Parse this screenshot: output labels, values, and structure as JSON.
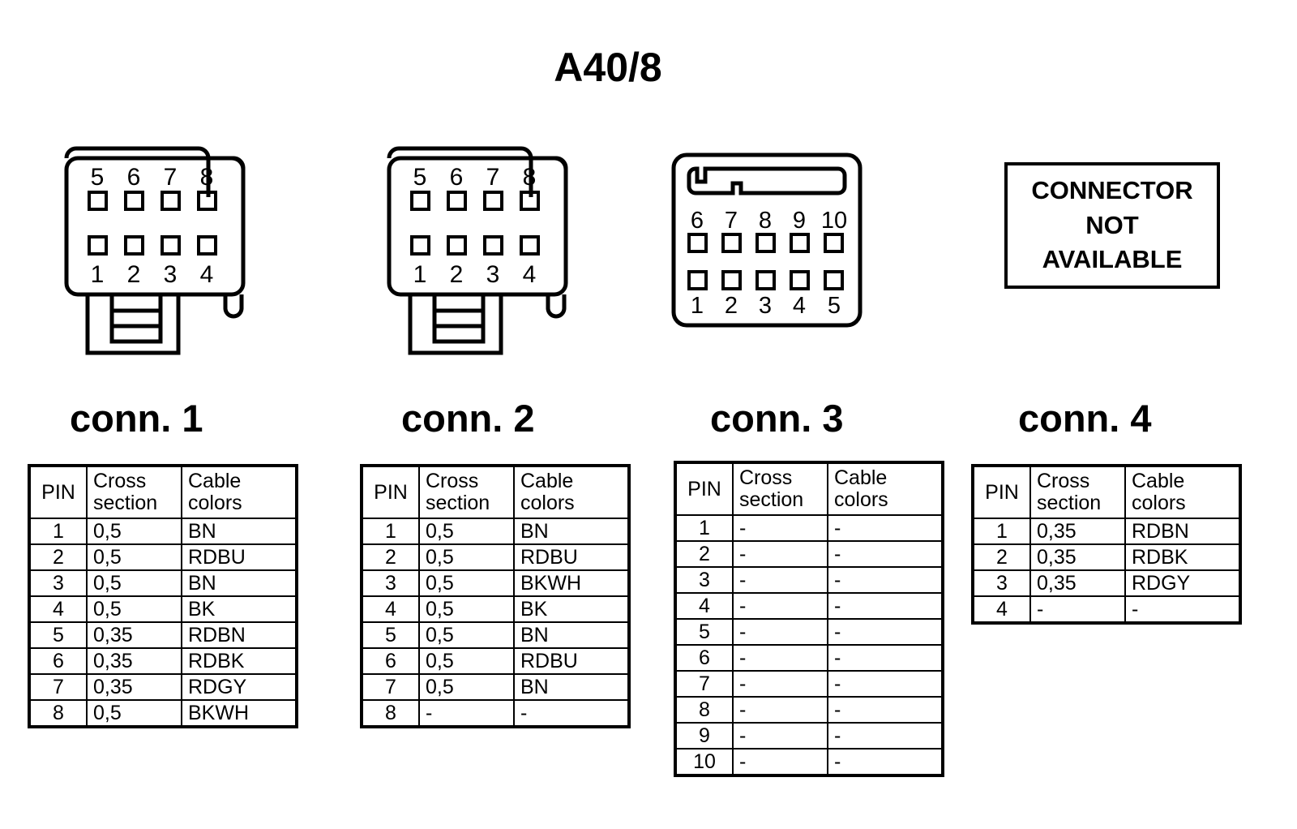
{
  "title": "A40/8",
  "connectors": [
    {
      "label": "conn. 1",
      "type": "8-pin-housing",
      "pins_top": [
        "5",
        "6",
        "7",
        "8"
      ],
      "pins_bottom": [
        "1",
        "2",
        "3",
        "4"
      ]
    },
    {
      "label": "conn. 2",
      "type": "8-pin-housing",
      "pins_top": [
        "5",
        "6",
        "7",
        "8"
      ],
      "pins_bottom": [
        "1",
        "2",
        "3",
        "4"
      ]
    },
    {
      "label": "conn. 3",
      "type": "10-pin-housing",
      "pins_top": [
        "6",
        "7",
        "8",
        "9",
        "10"
      ],
      "pins_bottom": [
        "1",
        "2",
        "3",
        "4",
        "5"
      ]
    },
    {
      "label": "conn. 4",
      "type": "not-available",
      "notice": [
        "CONNECTOR",
        "NOT",
        "AVAILABLE"
      ]
    }
  ],
  "table_headers": [
    "PIN",
    "Cross section",
    "Cable colors"
  ],
  "header_lines": {
    "pin": "PIN",
    "cross": "Cross",
    "section": "section",
    "cable": "Cable",
    "colors": "colors"
  },
  "tables": [
    {
      "connector": "conn. 1",
      "rows": [
        {
          "pin": "1",
          "cross_section": "0,5",
          "cable_colors": "BN"
        },
        {
          "pin": "2",
          "cross_section": "0,5",
          "cable_colors": "RDBU"
        },
        {
          "pin": "3",
          "cross_section": "0,5",
          "cable_colors": "BN"
        },
        {
          "pin": "4",
          "cross_section": "0,5",
          "cable_colors": "BK"
        },
        {
          "pin": "5",
          "cross_section": "0,35",
          "cable_colors": "RDBN"
        },
        {
          "pin": "6",
          "cross_section": "0,35",
          "cable_colors": "RDBK"
        },
        {
          "pin": "7",
          "cross_section": "0,35",
          "cable_colors": "RDGY"
        },
        {
          "pin": "8",
          "cross_section": "0,5",
          "cable_colors": "BKWH"
        }
      ]
    },
    {
      "connector": "conn. 2",
      "rows": [
        {
          "pin": "1",
          "cross_section": "0,5",
          "cable_colors": "BN"
        },
        {
          "pin": "2",
          "cross_section": "0,5",
          "cable_colors": "RDBU"
        },
        {
          "pin": "3",
          "cross_section": "0,5",
          "cable_colors": "BKWH"
        },
        {
          "pin": "4",
          "cross_section": "0,5",
          "cable_colors": "BK"
        },
        {
          "pin": "5",
          "cross_section": "0,5",
          "cable_colors": "BN"
        },
        {
          "pin": "6",
          "cross_section": "0,5",
          "cable_colors": "RDBU"
        },
        {
          "pin": "7",
          "cross_section": "0,5",
          "cable_colors": "BN"
        },
        {
          "pin": "8",
          "cross_section": "-",
          "cable_colors": "-"
        }
      ]
    },
    {
      "connector": "conn. 3",
      "rows": [
        {
          "pin": "1",
          "cross_section": "-",
          "cable_colors": "-"
        },
        {
          "pin": "2",
          "cross_section": "-",
          "cable_colors": "-"
        },
        {
          "pin": "3",
          "cross_section": "-",
          "cable_colors": "-"
        },
        {
          "pin": "4",
          "cross_section": "-",
          "cable_colors": "-"
        },
        {
          "pin": "5",
          "cross_section": "-",
          "cable_colors": "-"
        },
        {
          "pin": "6",
          "cross_section": "-",
          "cable_colors": "-"
        },
        {
          "pin": "7",
          "cross_section": "-",
          "cable_colors": "-"
        },
        {
          "pin": "8",
          "cross_section": "-",
          "cable_colors": "-"
        },
        {
          "pin": "9",
          "cross_section": "-",
          "cable_colors": "-"
        },
        {
          "pin": "10",
          "cross_section": "-",
          "cable_colors": "-"
        }
      ]
    },
    {
      "connector": "conn. 4",
      "rows": [
        {
          "pin": "1",
          "cross_section": "0,35",
          "cable_colors": "RDBN"
        },
        {
          "pin": "2",
          "cross_section": "0,35",
          "cable_colors": "RDBK"
        },
        {
          "pin": "3",
          "cross_section": "0,35",
          "cable_colors": "RDGY"
        },
        {
          "pin": "4",
          "cross_section": "-",
          "cable_colors": "-"
        }
      ]
    }
  ],
  "colors": {
    "ink": "#000000",
    "paper": "#ffffff"
  }
}
